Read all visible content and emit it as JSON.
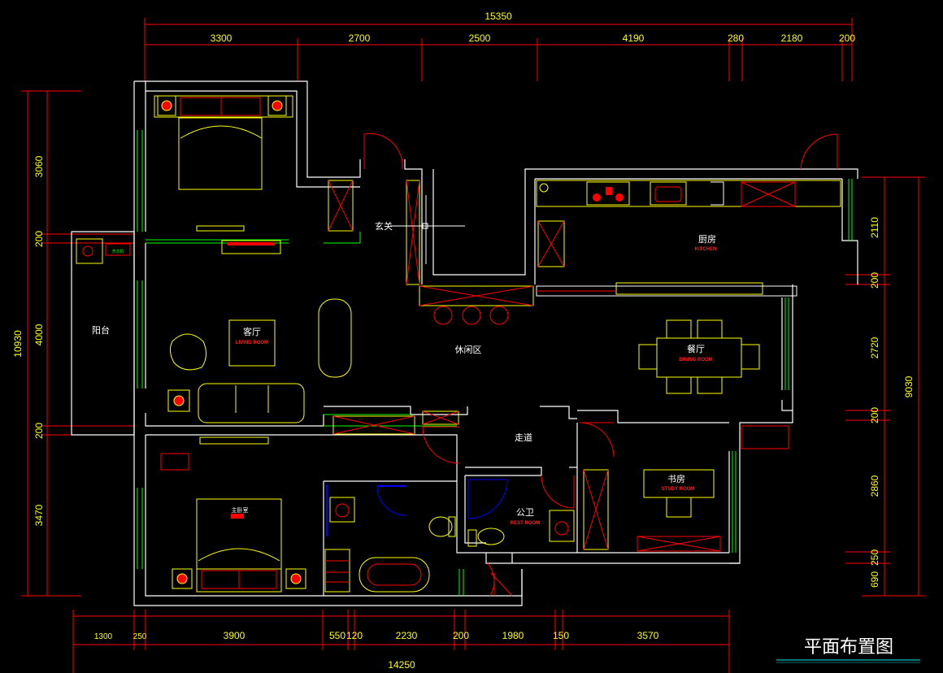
{
  "title": "平面布置图",
  "colors": {
    "wall": "#ffffff",
    "dim": "#ff0000",
    "dimtext": "#ffff00",
    "furn": "#ffff00",
    "accent": "#ff0000",
    "door": "#ff0000",
    "window": "#00ff00",
    "fixture": "#0000ff",
    "title_underline": "#00a0a0"
  },
  "top_dims": {
    "total": "15350",
    "segments": [
      "3300",
      "2700",
      "2500",
      "4190",
      "280",
      "2180",
      "200"
    ]
  },
  "bottom_dims": {
    "total": "14250",
    "segments": [
      "1300",
      "250",
      "3900",
      "550",
      "120",
      "2230",
      "200",
      "1980",
      "150",
      "3570"
    ]
  },
  "left_dims": {
    "total": "10930",
    "segments": [
      "3060",
      "200",
      "4000",
      "200",
      "3470"
    ]
  },
  "right_dims": {
    "total": "9030",
    "segments": [
      "2110",
      "200",
      "2720",
      "200",
      "2860",
      "250",
      "690"
    ]
  },
  "rooms": {
    "balcony": {
      "cn": "阳台"
    },
    "living": {
      "cn": "客厅",
      "en": "LIVING ROOM"
    },
    "entrance": {
      "cn": "玄关"
    },
    "lounge": {
      "cn": "休闲区"
    },
    "kitchen": {
      "cn": "厨房",
      "en": "KITCHEN"
    },
    "dining": {
      "cn": "餐厅",
      "en": "DINING ROOM"
    },
    "corridor": {
      "cn": "走道"
    },
    "restroom": {
      "cn": "公卫",
      "en": "REST ROOM"
    },
    "study": {
      "cn": "书房",
      "en": "STUDY ROOM"
    },
    "master": {
      "cn": "主卧室"
    }
  }
}
